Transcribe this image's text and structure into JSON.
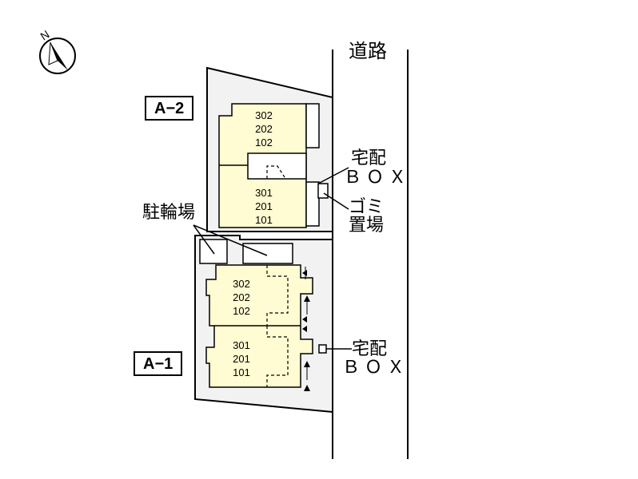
{
  "compass": {
    "north_label": "N",
    "icon": "compass-icon"
  },
  "road": {
    "label": "道路"
  },
  "buildings": [
    {
      "tag": "A−2",
      "blocks": [
        {
          "units": [
            "302",
            "202",
            "102"
          ]
        },
        {
          "units": [
            "301",
            "201",
            "101"
          ]
        }
      ]
    },
    {
      "tag": "A−1",
      "blocks": [
        {
          "units": [
            "302",
            "202",
            "102"
          ]
        },
        {
          "units": [
            "301",
            "201",
            "101"
          ]
        }
      ]
    }
  ],
  "labels": {
    "bicycle_parking": "駐輪場",
    "delivery_box_a2": {
      "line1": "宅配",
      "line2": "ＢＯＸ"
    },
    "garbage": {
      "line1": "ゴミ",
      "line2": "置場"
    },
    "delivery_box_a1": {
      "line1": "宅配",
      "line2": "ＢＯＸ"
    }
  },
  "colors": {
    "building_fill": "#fffbd2",
    "lot_fill": "#f2f2f2",
    "line": "#000000"
  }
}
